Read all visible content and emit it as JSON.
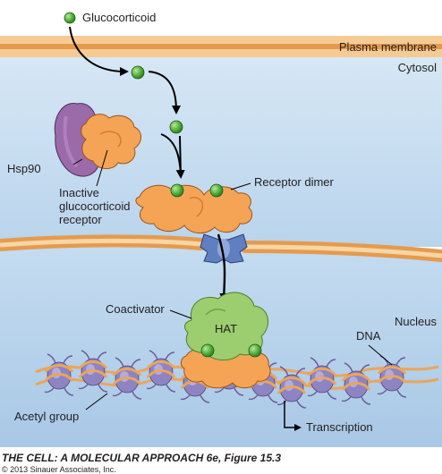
{
  "labels": {
    "glucocorticoid": "Glucocorticoid",
    "plasma_membrane": "Plasma membrane",
    "cytosol": "Cytosol",
    "hsp90": "Hsp90",
    "inactive_1": "Inactive",
    "inactive_2": "glucocorticoid",
    "inactive_3": "receptor",
    "receptor_dimer": "Receptor dimer",
    "coactivator": "Coactivator",
    "hat": "HAT",
    "nucleus": "Nucleus",
    "dna": "DNA",
    "acetyl_group": "Acetyl group",
    "transcription": "Transcription"
  },
  "caption": {
    "title": "THE CELL: A MOLECULAR APPROACH 6e, Figure 15.3",
    "copyright": "© 2013 Sinauer Associates, Inc."
  },
  "colors": {
    "membrane": "#f6cb93",
    "membrane_band": "#e49b4e",
    "cytosol": "#c9dff1",
    "nucleus": "#c2d9ee",
    "ligand": "#4fae3a",
    "receptor": "#f5a455",
    "hsp90": "#9a6aa9",
    "hat": "#9ccd6e",
    "pore": "#5f7fc0",
    "nucleosome": "#8f84c2"
  }
}
